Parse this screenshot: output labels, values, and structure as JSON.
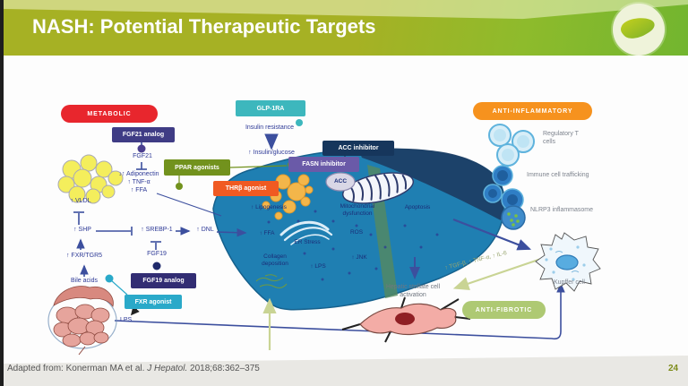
{
  "header": {
    "title": "NASH: Potential Therapeutic Targets",
    "page_number": "24"
  },
  "footer": {
    "citation_prefix": "Adapted from: Konerman MA et al. ",
    "citation_italic": "J Hepatol.",
    "citation_suffix": " 2018;68:362–375"
  },
  "category_labels": {
    "metabolic": "METABOLIC",
    "anti_inflammatory": "ANTI-INFLAMMATORY",
    "anti_fibrotic": "ANTI-FIBROTIC"
  },
  "therapy_labels": {
    "glp1ra": "GLP-1RA",
    "fgf21_analog": "FGF21 analog",
    "ppar_agonists": "PPAR agonists",
    "acc_inhibitor": "ACC inhibitor",
    "fasn_inhibitor": "FASN inhibitor",
    "thrb_agonist": "THRβ agonist",
    "fgf19_analog": "FGF19 analog",
    "fxr_agonist": "FXR agonist"
  },
  "metabolic_pathway": {
    "fgf21": "FGF21",
    "adiponectin": "↓↑ Adiponectin",
    "tnf_alpha": "↑ TNF-α",
    "ffa": "↑ FFA",
    "vldl": "↑ VLDL",
    "shp": "↑ SHP",
    "srebp1": "↑ SREBP-1",
    "dnl": "↑ DNL",
    "fxr_tgr5": "↑ FXR/TGR5",
    "fgf19": "FGF19",
    "bile_acids": "Bile acids",
    "lps": "LPS",
    "insulin_resistance": "Insulin resistance",
    "insulin_glucose": "↑ Insulin/glucose"
  },
  "liver": {
    "lipogenesis": "↑ Lipogenesis",
    "acc": "ACC",
    "mitochondrial_dysfunction": "Mitochondrial dysfunction",
    "apoptosis": "Apoptosis",
    "ffa": "↑ FFA",
    "er_stress": "ER Stress",
    "ros": "ROS",
    "jnk": "↑ JNK",
    "lps": "↑ LPS",
    "collagen_deposition": "Collagen deposition"
  },
  "immune": {
    "regulatory_t_cells": "Regulatory T cells",
    "immune_cell_trafficking": "Immune cell trafficking",
    "nlrp3_inflammasome": "NLRP3 inflammasome",
    "kupffer_cell": "Kupffer cell"
  },
  "fibrosis": {
    "hepatic_stellate": "Hepatic stellate cell activation",
    "cytokines": "↑ TGF-β, ↑ TNF-α, ↑ IL-6"
  },
  "colors": {
    "metabolic_red": "#e8262d",
    "glp1ra_teal": "#3db7bd",
    "anti_inflammatory_orange": "#f6921e",
    "anti_fibrotic_green": "#aec973",
    "fgf_analog_indigo": "#3f3c85",
    "ppar_green": "#72921d",
    "acc_navy": "#16365c",
    "fasn_purple": "#6a5aa8",
    "thrb_orange": "#f05a22",
    "fxr_teal": "#2aa9c9",
    "liver_blue": "#1f7fb2",
    "header_olive": "#a6b124",
    "header_green": "#72b52f"
  }
}
